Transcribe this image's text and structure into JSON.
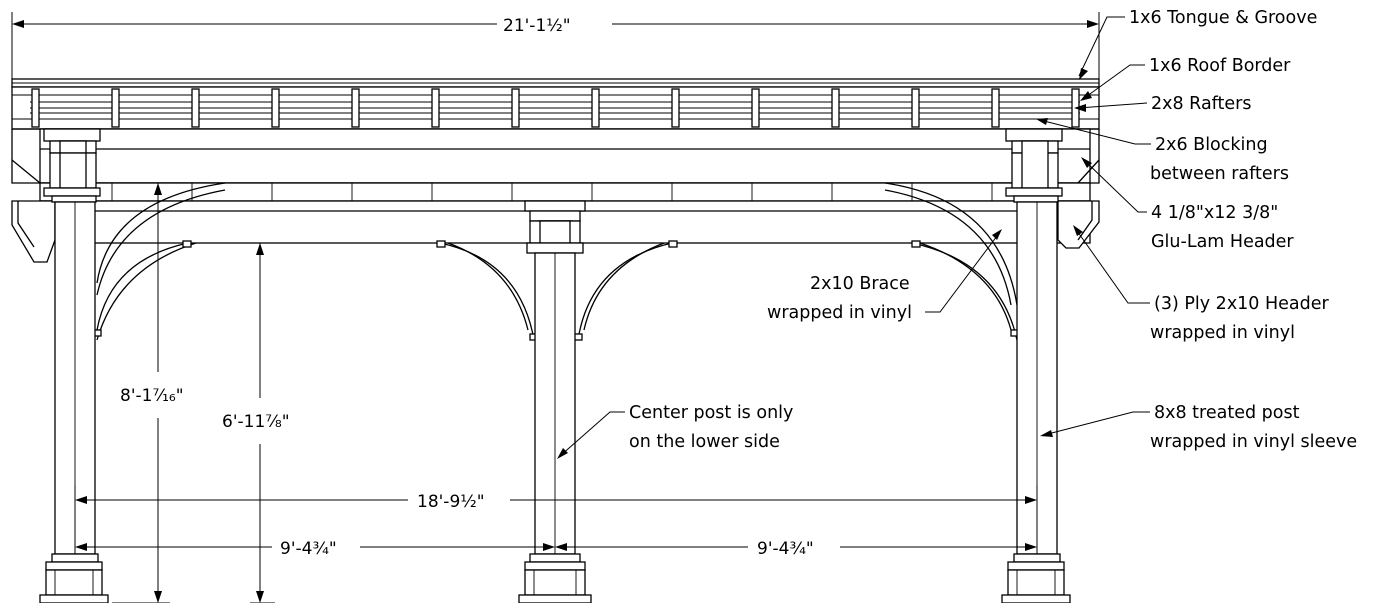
{
  "dimensions": {
    "overall_width": "21'-1½\"",
    "post_span": "18'-9½\"",
    "left_bay": "9'-4¾\"",
    "right_bay": "9'-4¾\"",
    "total_height": "8'-1⁷⁄₁₆\"",
    "header_height": "6'-11⅞\""
  },
  "callouts": {
    "tongue_groove": "1x6 Tongue & Groove",
    "roof_border": "1x6 Roof Border",
    "rafters": "2x8 Rafters",
    "blocking_1": "2x6 Blocking",
    "blocking_2": "between rafters",
    "glulam_1": "4 1/8\"x12 3/8\"",
    "glulam_2": "Glu-Lam Header",
    "ply_header_1": "(3) Ply 2x10 Header",
    "ply_header_2": "wrapped in vinyl",
    "brace_1": "2x10 Brace",
    "brace_2": "wrapped in vinyl",
    "center_post_1": "Center post is only",
    "center_post_2": "on the lower side",
    "treated_post_1": "8x8 treated post",
    "treated_post_2": "wrapped in vinyl sleeve"
  }
}
